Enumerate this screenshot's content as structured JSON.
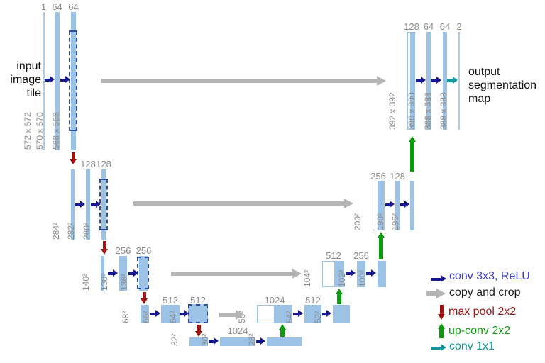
{
  "title": "U-Net architecture diagram",
  "annotations": {
    "input_tile": {
      "line1": "input",
      "line2": "image",
      "line3": "tile"
    },
    "output_map": {
      "line1": "output",
      "line2": "segmentation",
      "line3": "map"
    }
  },
  "encoder": {
    "l1": {
      "ch": [
        "1",
        "64",
        "64"
      ],
      "sz": [
        "572 x 572",
        "570 x 570",
        "568 x 568"
      ]
    },
    "l2": {
      "ch": [
        "128",
        "128"
      ],
      "sz": [
        "284²",
        "282²",
        "280²"
      ]
    },
    "l3": {
      "ch": [
        "256",
        "256"
      ],
      "sz": [
        "140²",
        "138²",
        "136²"
      ]
    },
    "l4": {
      "ch": [
        "512",
        "512"
      ],
      "sz": [
        "68²",
        "66²",
        "64²"
      ]
    },
    "l5": {
      "ch": [
        "1024"
      ],
      "sz": [
        "32²",
        "30²",
        "28²"
      ]
    }
  },
  "decoder": {
    "l4": {
      "ch": [
        "1024",
        "512"
      ],
      "sz": [
        "56²",
        "54²",
        "52²"
      ]
    },
    "l3": {
      "ch": [
        "512",
        "256"
      ],
      "sz": [
        "104²",
        "102²",
        "100²"
      ]
    },
    "l2": {
      "ch": [
        "256",
        "128"
      ],
      "sz": [
        "200²",
        "198²",
        "196²"
      ]
    },
    "l1": {
      "ch": [
        "128",
        "64",
        "64",
        "2"
      ],
      "sz": [
        "392 x 392",
        "390 x 390",
        "388 x 388",
        "388 x 388"
      ]
    }
  },
  "legend": {
    "items": [
      {
        "label": "conv 3x3, ReLU",
        "color": "#3a3acd",
        "icon": "conv3x3-arrow"
      },
      {
        "label": "copy and crop",
        "color": "#1a1a1a",
        "icon": "copy-crop-arrow"
      },
      {
        "label": "max pool 2x2",
        "color": "#9d1212",
        "icon": "max-pool-arrow"
      },
      {
        "label": "up-conv 2x2",
        "color": "#0f9b0f",
        "icon": "up-conv-arrow"
      },
      {
        "label": "conv 1x1",
        "color": "#0f9797",
        "icon": "conv1x1-arrow"
      }
    ]
  },
  "colors": {
    "feature_bar": "#9cc2e5",
    "crop_outline": "#2d4d9e",
    "conv_arrow": "#18188f",
    "copy_arrow": "#b5b5b5",
    "maxpool_arrow": "#9d1212",
    "upconv_arrow": "#0f9b0f",
    "conv1x1_arrow": "#0f9797",
    "dim_label": "#8a8a8a"
  }
}
